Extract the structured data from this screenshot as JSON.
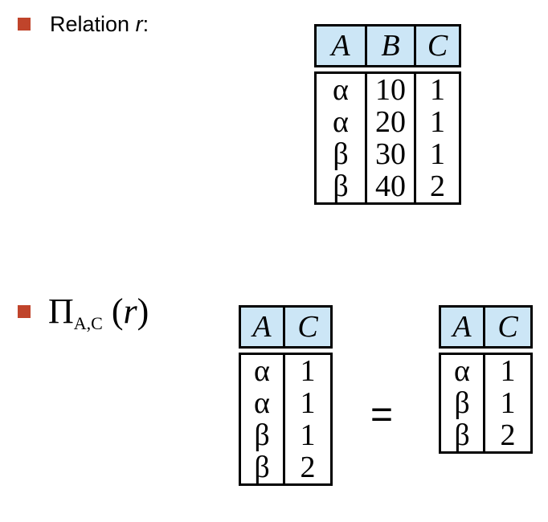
{
  "section1": {
    "label_prefix": "Relation ",
    "label_var": "r",
    "label_suffix": ":"
  },
  "section2": {
    "pi": "Π",
    "sub": "A,C",
    "arg_open": " (",
    "arg_var": "r",
    "arg_close": ")"
  },
  "equals": "=",
  "relation_r": {
    "headers": [
      "A",
      "B",
      "C"
    ],
    "rows": [
      [
        "α",
        "10",
        "1"
      ],
      [
        "α",
        "20",
        "1"
      ],
      [
        "β",
        "30",
        "1"
      ],
      [
        "β",
        "40",
        "2"
      ]
    ]
  },
  "projection_full": {
    "headers": [
      "A",
      "C"
    ],
    "rows": [
      [
        "α",
        "1"
      ],
      [
        "α",
        "1"
      ],
      [
        "β",
        "1"
      ],
      [
        "β",
        "2"
      ]
    ]
  },
  "projection_distinct": {
    "headers": [
      "A",
      "C"
    ],
    "rows": [
      [
        "α",
        "1"
      ],
      [
        "β",
        "1"
      ],
      [
        "β",
        "2"
      ]
    ]
  },
  "colors": {
    "bullet": "#c0442b",
    "header_fill": "#cce6f6"
  }
}
